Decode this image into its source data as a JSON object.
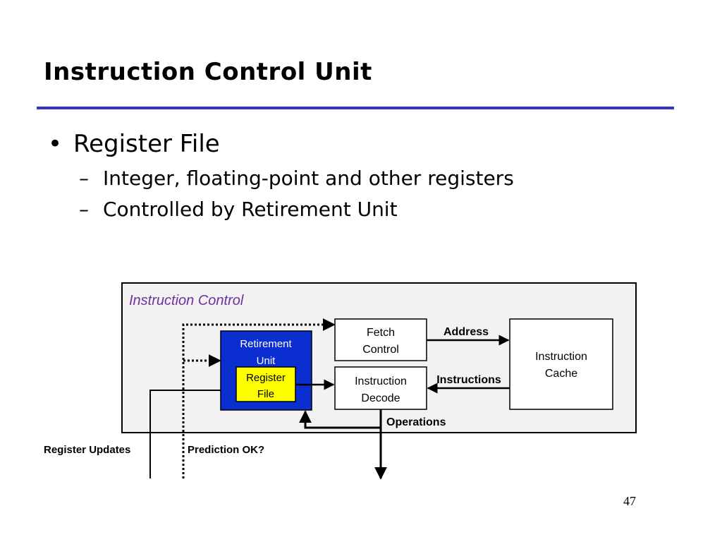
{
  "slide": {
    "title": "Instruction Control Unit",
    "bullets": [
      {
        "text": "Register File",
        "subs": [
          "Integer, floating-point and other registers",
          "Controlled by Retirement Unit"
        ]
      }
    ],
    "page_number": "47"
  },
  "diagram": {
    "container_label": "Instruction Control",
    "blocks": {
      "fetch_control": [
        "Fetch",
        "Control"
      ],
      "retirement_unit": [
        "Retirement",
        "Unit"
      ],
      "register_file": [
        "Register",
        "File"
      ],
      "instruction_decode": [
        "Instruction",
        "Decode"
      ],
      "instruction_cache": [
        "Instruction",
        "Cache"
      ]
    },
    "arrows": {
      "address": "Address",
      "instructions": "Instructions",
      "operations": "Operations",
      "register_updates": "Register Updates",
      "prediction_ok": "Prediction OK?"
    },
    "colors": {
      "title_rule": "#3333cc",
      "container_fill": "#f2f2f2",
      "container_label": "#7030a0",
      "retirement_fill": "#0a2ed0",
      "register_fill": "#ffff00"
    }
  }
}
